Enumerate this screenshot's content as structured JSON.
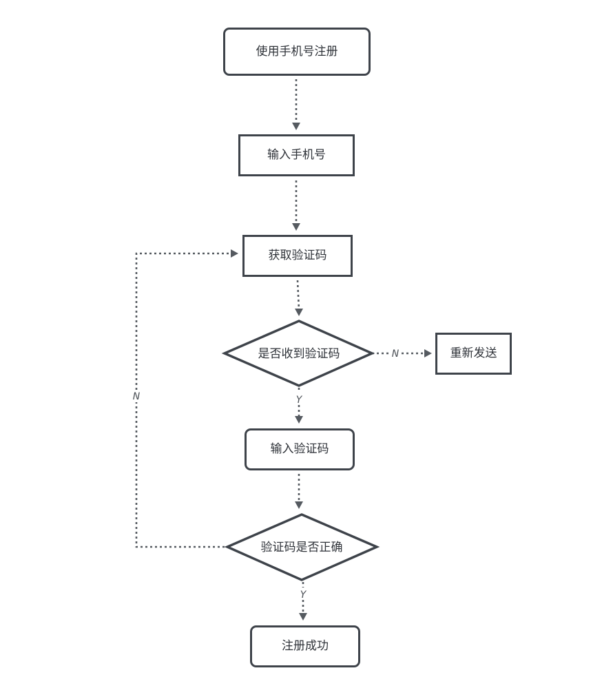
{
  "nodes": {
    "register_with_phone": "使用手机号注册",
    "enter_phone": "输入手机号",
    "get_code": "获取验证码",
    "code_received_check": "是否收到验证码",
    "resend": "重新发送",
    "enter_code": "输入验证码",
    "code_correct_check": "验证码是否正确",
    "register_success": "注册成功"
  },
  "edge_labels": {
    "code_received_no": "N",
    "code_received_yes": "Y",
    "code_correct_no": "N",
    "code_correct_yes": "Y"
  },
  "colors": {
    "stroke": "#3e434a",
    "connector": "#555a60",
    "text": "#2e3238",
    "background": "#ffffff"
  }
}
